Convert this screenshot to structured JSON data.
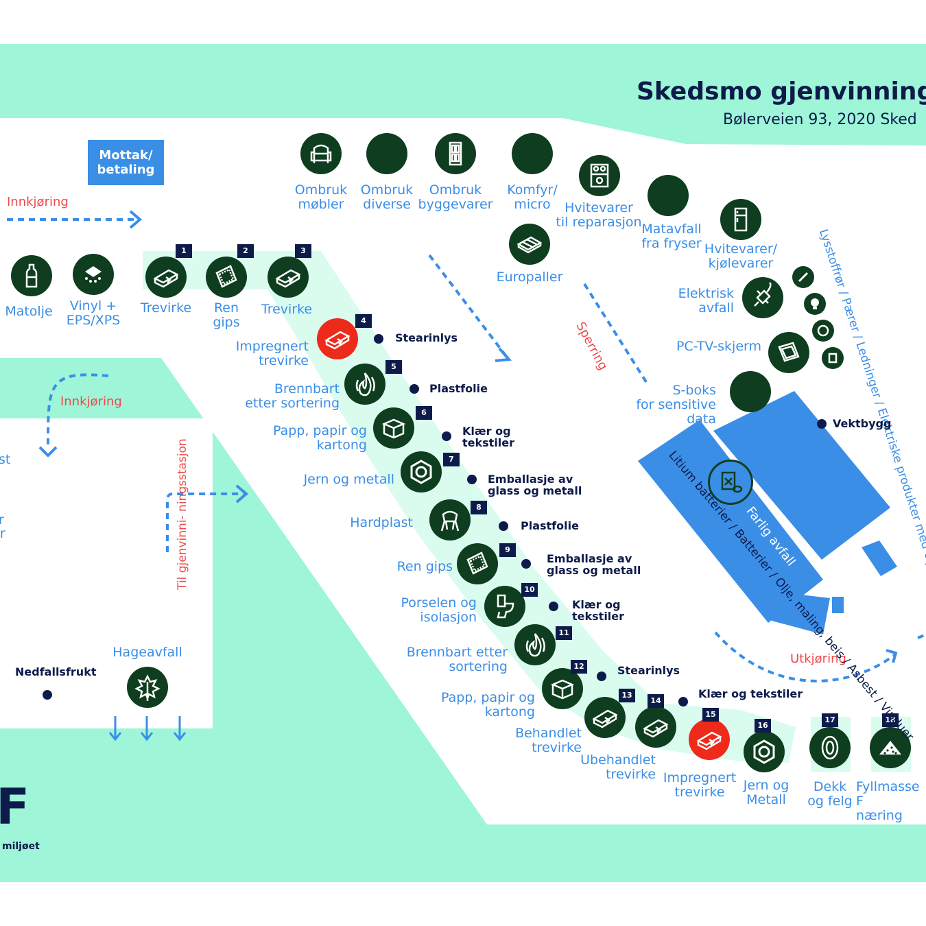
{
  "header": {
    "title": "Skedsmo gjenvinningss",
    "subtitle": "Bølerveien 93, 2020 Sked"
  },
  "colors": {
    "background_mint": "#9ef5d8",
    "route_light": "#d9fcef",
    "icon_green": "#0f3d1f",
    "hazard_red": "#ee2a1b",
    "accent_blue": "#3b8ee6",
    "label_blue": "#3b8ee6",
    "navy": "#0d1b4a",
    "red_text": "#ee4a4a"
  },
  "reception": {
    "line1": "Mottak/",
    "line2": "betaling"
  },
  "driving_labels": {
    "innkjoring_top": "Innkjøring",
    "innkjoring_left": "Innkjøring",
    "sperring": "Sperring",
    "utkjoring": "Utkjøring",
    "til_gjenvinning": "Til gjenvinni-\nningsstasjon"
  },
  "top_stations": [
    {
      "label": "Ombruk\nmøbler",
      "icon": "armchair-icon"
    },
    {
      "label": "Ombruk\ndiverse",
      "icon": "none"
    },
    {
      "label": "Ombruk\nbyggevarer",
      "icon": "door-icon"
    },
    {
      "label": "Komfyr/\nmicro",
      "icon": "none"
    },
    {
      "label": "Hvitevarer\ntil reparasjon",
      "icon": "stove-icon"
    },
    {
      "label": "Matavfall\nfra fryser",
      "icon": "none"
    },
    {
      "label": "Europaller",
      "icon": "pallet-icon"
    },
    {
      "label": "Hvitevarer/\nkjølevarer",
      "icon": "fridge-icon"
    },
    {
      "label": "Elektrisk\navfall",
      "icon": "plug-icon"
    },
    {
      "label": "PC-TV-skjerm",
      "icon": "monitor-icon"
    },
    {
      "label": "S-boks\nfor sensitive data",
      "icon": "none"
    }
  ],
  "left_stations": [
    {
      "label": "Matolje",
      "icon": "bottle-icon"
    },
    {
      "label": "Vinyl +\nEPS/XPS",
      "icon": "foam-icon"
    }
  ],
  "route_containers": [
    {
      "num": "1",
      "label": "Trevirke",
      "icon": "wood-icon"
    },
    {
      "num": "2",
      "label": "Ren\ngips",
      "icon": "gypsum-icon"
    },
    {
      "num": "3",
      "label": "Trevirke",
      "icon": "wood-icon"
    },
    {
      "num": "4",
      "label": "Impregnert\ntrevirke",
      "icon": "wood-icon"
    },
    {
      "num": "5",
      "label": "Brennbart\netter sortering",
      "icon": "flame-icon"
    },
    {
      "num": "6",
      "label": "Papp, papir og\nkartong",
      "icon": "box-icon"
    },
    {
      "num": "7",
      "label": "Jern og metall",
      "icon": "nut-icon"
    },
    {
      "num": "8",
      "label": "Hardplast",
      "icon": "chair-icon"
    },
    {
      "num": "9",
      "label": "Ren gips",
      "icon": "gypsum-icon"
    },
    {
      "num": "10",
      "label": "Porselen og\nisolasjon",
      "icon": "toilet-icon"
    },
    {
      "num": "11",
      "label": "Brennbart etter\nsortering",
      "icon": "flame-icon"
    },
    {
      "num": "12",
      "label": "Papp, papir og\nkartong",
      "icon": "box-icon"
    },
    {
      "num": "13",
      "label": "Behandlet\ntrevirke",
      "icon": "wood-icon"
    },
    {
      "num": "14",
      "label": "Ubehandlet\ntrevirke",
      "icon": "wood-icon"
    },
    {
      "num": "15",
      "label": "Impregnert\ntrevirke",
      "icon": "wood-icon"
    },
    {
      "num": "16",
      "label": "Jern og\nMetall",
      "icon": "nut-icon"
    },
    {
      "num": "17",
      "label": "Dekk\nog felg",
      "icon": "tire-icon"
    },
    {
      "num": "18",
      "label": "Fyllmasse F\nnæring",
      "icon": "pile-icon"
    }
  ],
  "small_points": [
    "Stearinlys",
    "Plastfolie",
    "Klær og\ntekstiler",
    "Emballasje av\nglass og metall",
    "Plastfolie",
    "Emballasje av\nglass og metall",
    "Klær og\ntekstiler",
    "Stearinlys",
    "Klær og tekstiler",
    "Vektbygg"
  ],
  "hazard_area": {
    "label": "Farlig avfall",
    "items": "Litium batterier / Batterier / Olje,\nmaling, beis / Asbest / Vinduer",
    "icon": "hazard-bin-icon"
  },
  "light_column": {
    "items": "Lysstoffrør / Pærer / Ledninger /\nElektriske produkter med olje",
    "icons": [
      "tube-icon",
      "bulb-icon",
      "cable-icon",
      "cup-icon"
    ]
  },
  "garden": {
    "nedfallsfrukt": "Nedfallsfrukt",
    "hageavfall": "Hageavfall",
    "cut_labels": [
      "st",
      "r",
      "er"
    ]
  },
  "logo": {
    "letter": "F",
    "tagline": "miljøet"
  }
}
